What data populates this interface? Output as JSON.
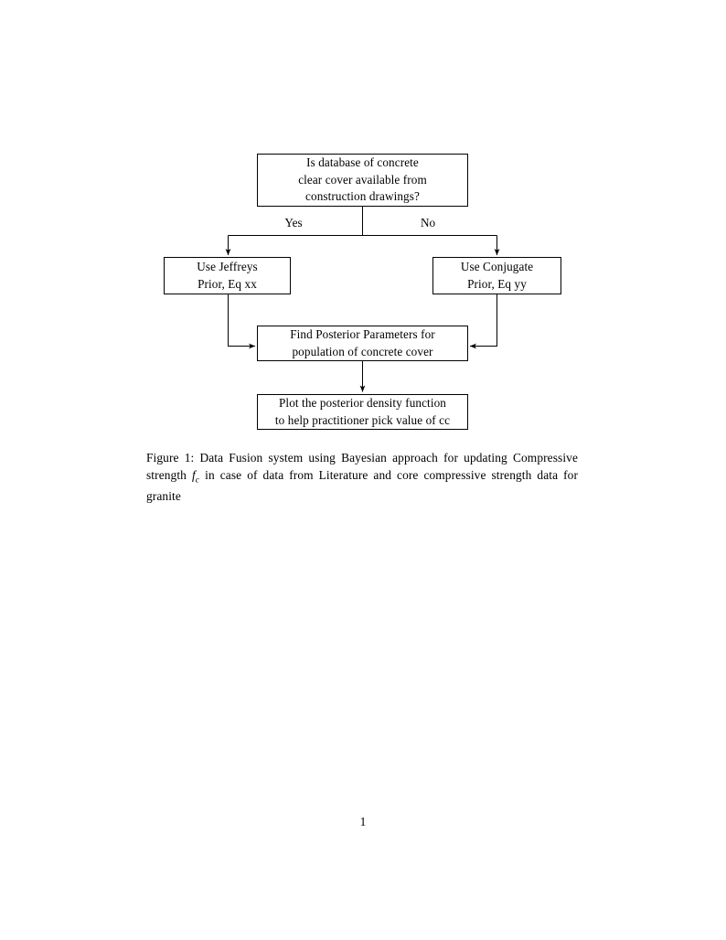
{
  "document": {
    "page_number": "1",
    "figure_label": "Figure 1:",
    "caption_part_1": "Data Fusion system using Bayesian approach for updating Compressive strength",
    "caption_math": "f",
    "caption_math_sub": "c",
    "caption_part_2": "in case of data from Literature and core compressive strength data for granite"
  },
  "flowchart": {
    "nodes": {
      "decision": {
        "name": "database-availability-decision",
        "lines": [
          "Is database of concrete",
          "clear cover available from",
          "construction drawings?"
        ]
      },
      "jeffreys": {
        "name": "use-jeffreys-prior",
        "lines": [
          "Use Jeffreys",
          "Prior, Eq xx"
        ]
      },
      "conjugate": {
        "name": "use-conjugate-prior",
        "lines": [
          "Use Conjugate",
          "Prior, Eq yy"
        ]
      },
      "posterior": {
        "name": "find-posterior-parameters",
        "lines": [
          "Find Posterior Parameters for",
          "population of concrete cover"
        ]
      },
      "plot": {
        "name": "plot-posterior-density",
        "lines": [
          "Plot the posterior density function",
          "to help practitioner pick value of cc"
        ]
      }
    },
    "edge_labels": {
      "yes": "Yes",
      "no": "No"
    },
    "colors": {
      "stroke": "#000000",
      "fill": "#ffffff",
      "text": "#000000"
    }
  }
}
